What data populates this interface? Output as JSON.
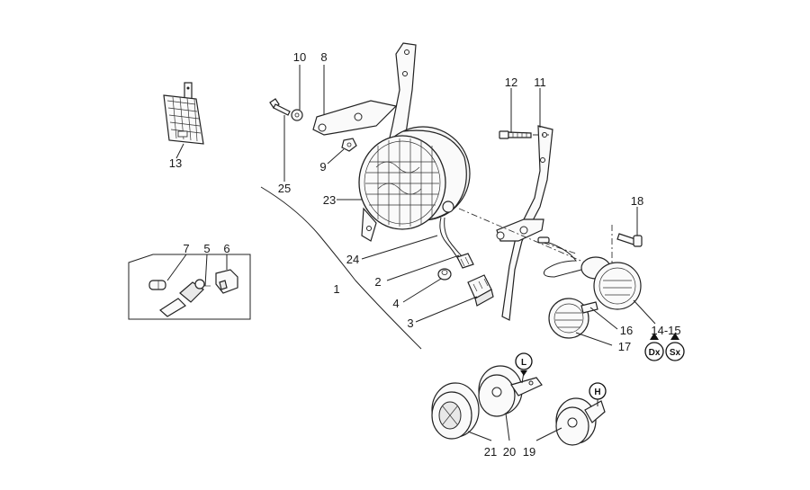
{
  "diagram": {
    "callouts": {
      "c1": "1",
      "c2": "2",
      "c3": "3",
      "c4": "4",
      "c5": "5",
      "c6": "6",
      "c7": "7",
      "c8": "8",
      "c9": "9",
      "c10": "10",
      "c11": "11",
      "c12": "12",
      "c13": "13",
      "c14_15": "14-15",
      "c16": "16",
      "c17": "17",
      "c18": "18",
      "c19": "19",
      "c20": "20",
      "c21": "21",
      "c23": "23",
      "c24": "24",
      "c25": "25"
    },
    "tags": {
      "dx": "Dx",
      "sx": "Sx",
      "horn_l": "L",
      "horn_h": "H"
    }
  }
}
